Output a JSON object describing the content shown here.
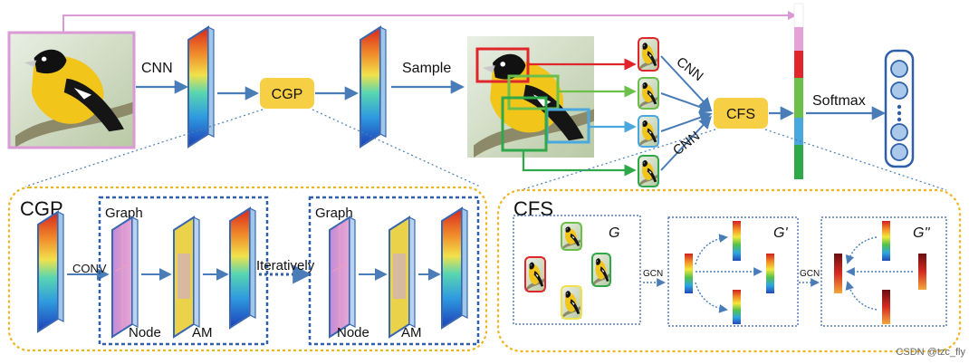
{
  "top": {
    "cnn_label": "CNN",
    "cgp_label": "CGP",
    "sample_label": "Sample",
    "cnn_diag_label_1": "CNN",
    "cnn_diag_label_2": "CNN",
    "cfs_label": "CFS",
    "softmax_label": "Softmax"
  },
  "cgp_panel": {
    "title": "CGP",
    "graph_label_1": "Graph",
    "graph_label_2": "Graph",
    "conv_label": "CONV",
    "iteratively_label": "Iteratively",
    "node_label_1": "Node",
    "am_label_1": "AM",
    "node_label_2": "Node",
    "am_label_2": "AM"
  },
  "cfs_panel": {
    "title": "CFS",
    "g_label": "G",
    "g_prime_label": "G'",
    "g_double_prime_label": "G''",
    "gcn_label_1": "GCN",
    "gcn_label_2": "GCN"
  },
  "watermark": "CSDN @tzc_fly",
  "colors": {
    "cgp_box": "#f6cf45",
    "arrow": "#4a7db8",
    "pink_path": "#d99ad6",
    "crop_red": "#e0262b",
    "crop_green": "#6cc04a",
    "crop_blue": "#49a8de",
    "crop_dkgreen": "#2fa84a",
    "panel_border": "#f0b420"
  }
}
